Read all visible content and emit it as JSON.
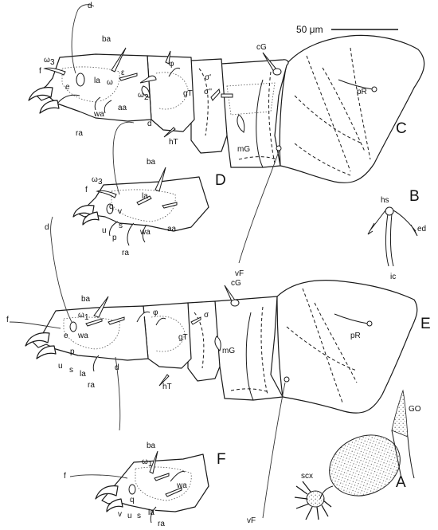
{
  "scale_bar": {
    "label": "50 μm"
  },
  "panels": {
    "C": {
      "letter": "C",
      "labels": {
        "d": "d",
        "omega3": "ω",
        "omega3_sub": "3",
        "f": "f",
        "ba": "ba",
        "e": "e",
        "la": "la",
        "epsilon": "ε",
        "omega": "ω",
        "phi": "φ",
        "sigma1": "σ'",
        "sigma2": "σ''",
        "gT": "gT",
        "cG": "cG",
        "pR": "pR",
        "omega2": "ω",
        "omega2_sub": "2",
        "aa": "aa",
        "wa": "wa",
        "ra": "ra",
        "hT": "hT",
        "mG": "mG",
        "vF": "vF"
      }
    },
    "D": {
      "letter": "D",
      "labels": {
        "d": "d",
        "omega3": "ω",
        "omega3_sub": "3",
        "f": "f",
        "ba": "ba",
        "la": "la",
        "q": "q",
        "v": "v",
        "s": "s",
        "u": "u",
        "p": "p",
        "wa": "wa",
        "aa": "aa",
        "ra": "ra"
      }
    },
    "B": {
      "letter": "B",
      "labels": {
        "hs": "hs",
        "ed": "ed",
        "ic": "ic"
      }
    },
    "E": {
      "letter": "E",
      "labels": {
        "d": "d",
        "f": "f",
        "ba": "ba",
        "omega1": "ω",
        "omega1_sub": "1",
        "phi": "φ",
        "cG": "cG",
        "sigma": "σ",
        "e": "e",
        "wa": "wa",
        "gT": "gT",
        "pR": "pR",
        "p": "p",
        "u": "u",
        "s": "s",
        "la": "la",
        "ra": "ra",
        "d2": "d",
        "hT": "hT",
        "mG": "mG",
        "vF": "vF"
      }
    },
    "F": {
      "letter": "F",
      "labels": {
        "ba": "ba",
        "omega1": "ω",
        "omega1_sub": "1",
        "f": "f",
        "wa": "wa",
        "q": "q",
        "v": "v",
        "u": "u",
        "s": "s",
        "la": "la",
        "ra": "ra"
      }
    },
    "A": {
      "letter": "A",
      "labels": {
        "scx": "scx",
        "GO": "GO"
      }
    }
  }
}
